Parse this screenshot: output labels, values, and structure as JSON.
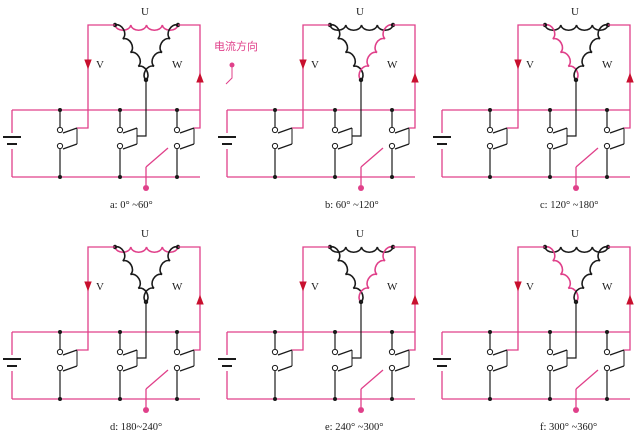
{
  "colors": {
    "active": "#e0408a",
    "wire": "#1a1a1a",
    "arrow": "#c8102e",
    "background": "#ffffff"
  },
  "phase_labels": {
    "u": "U",
    "v": "V",
    "w": "W"
  },
  "direction_annotation": "电流方向",
  "panels": [
    {
      "id": "a",
      "caption": "a: 0°  ~60°",
      "active_coils": [
        "U"
      ]
    },
    {
      "id": "b",
      "caption": "b: 60°  ~120°",
      "active_coils": [
        "W"
      ]
    },
    {
      "id": "c",
      "caption": "c: 120°  ~180°",
      "active_coils": [
        "V"
      ]
    },
    {
      "id": "d",
      "caption": "d: 180~240°",
      "active_coils": [
        "U"
      ]
    },
    {
      "id": "e",
      "caption": "e: 240°  ~300°",
      "active_coils": [
        "W"
      ]
    },
    {
      "id": "f",
      "caption": "f: 300°  ~360°",
      "active_coils": [
        "V"
      ]
    }
  ]
}
